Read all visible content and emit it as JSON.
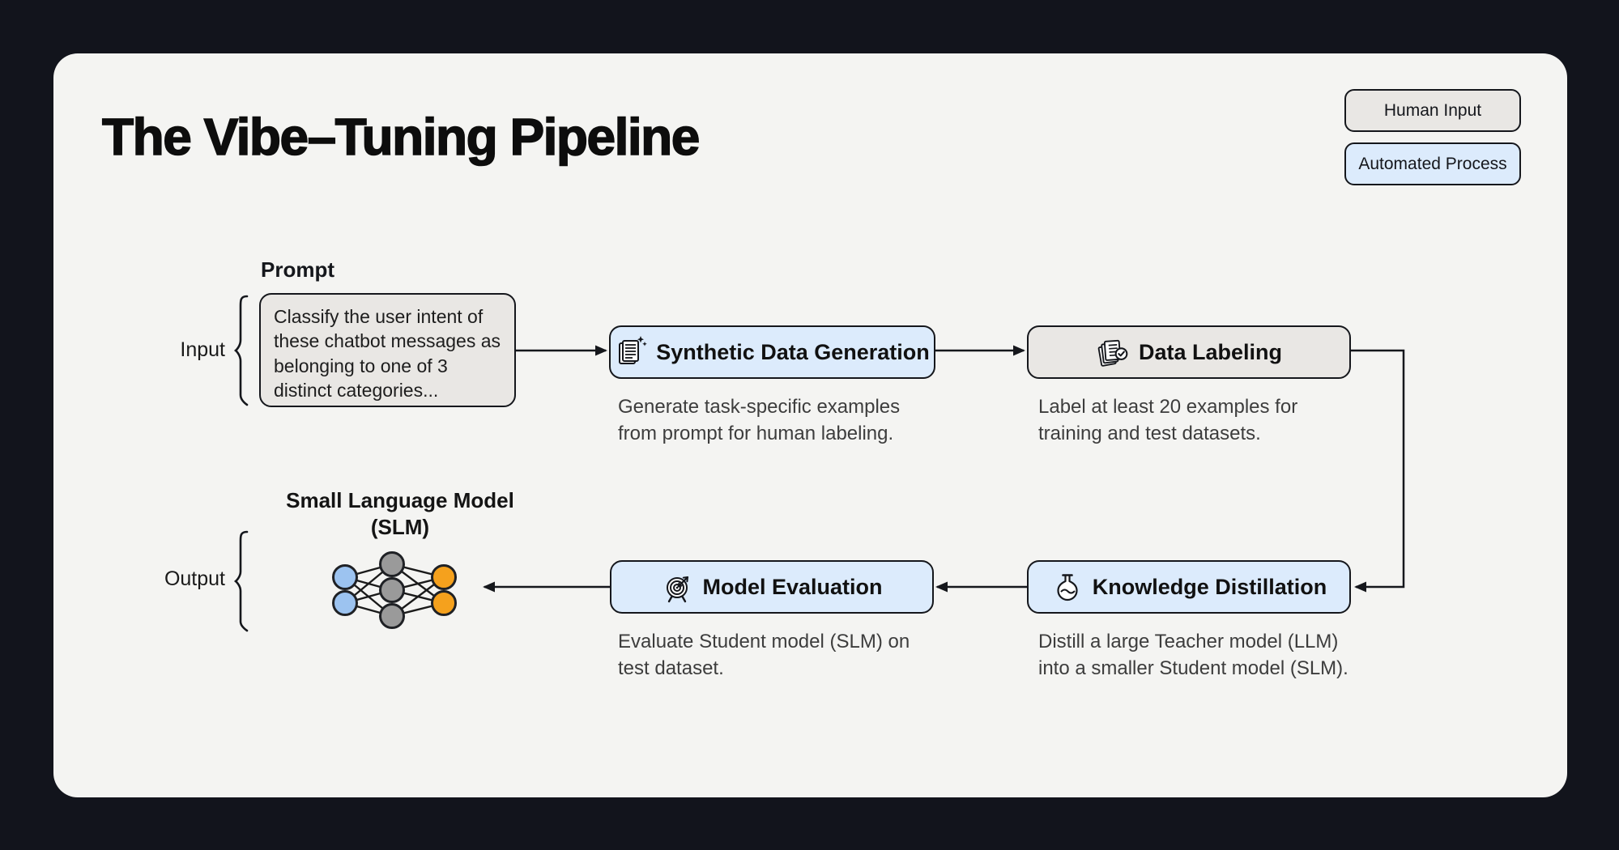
{
  "page": {
    "title": "The Vibe–Tuning Pipeline"
  },
  "legend": {
    "human_label": "Human Input",
    "automated_label": "Automated Process"
  },
  "colors": {
    "background": "#12141c",
    "card": "#f4f4f2",
    "automated_fill": "#dcebfc",
    "human_fill": "#e9e7e4",
    "outline": "#15171c",
    "node_blue": "#9cc3f0",
    "node_gray": "#9a9a9a",
    "node_orange": "#f5a11d"
  },
  "input_section": {
    "bracket_label": "Input",
    "prompt_label": "Prompt",
    "prompt_text": "Classify the user intent of\nthese chatbot messages as\nbelonging to one of 3\ndistinct categories..."
  },
  "output_section": {
    "bracket_label": "Output",
    "model_label": "Small Language Model\n(SLM)"
  },
  "steps": [
    {
      "title": "Synthetic Data Generation",
      "icon": "document-sparkle-icon",
      "type": "automated",
      "caption": "Generate task-specific examples\nfrom prompt for human labeling."
    },
    {
      "title": "Data Labeling",
      "icon": "documents-check-icon",
      "type": "human",
      "caption": "Label at least 20 examples for\ntraining and test datasets."
    },
    {
      "title": "Model Evaluation",
      "icon": "target-icon",
      "type": "automated",
      "caption": "Evaluate Student model (SLM) on\ntest dataset."
    },
    {
      "title": "Knowledge Distillation",
      "icon": "flask-icon",
      "type": "automated",
      "caption": "Distill a large Teacher model (LLM)\ninto a smaller Student model (SLM)."
    }
  ]
}
